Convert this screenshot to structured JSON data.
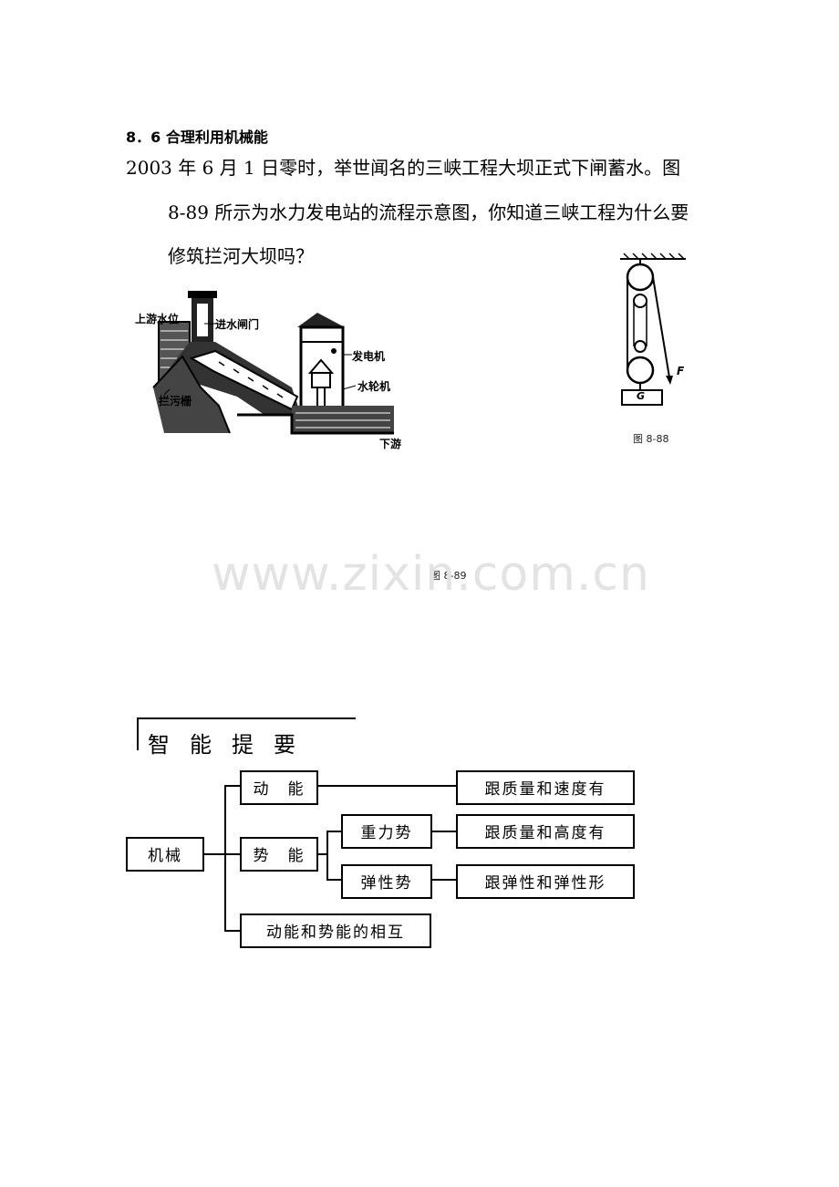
{
  "section": {
    "heading": "8．6 合理利用机械能"
  },
  "question": {
    "line1": "2003 年 6 月 1 日零时，举世闻名的三峡工程大坝正式下闸蓄水。图",
    "line2": "8-89 所示为水力发电站的流程示意图，你知道三峡工程为什么要",
    "line3": "修筑拦河大坝吗？"
  },
  "figures": {
    "dam": {
      "caption": "图 8-89",
      "labels": {
        "upstream_level": "上游水位",
        "intake_gate": "进水闸门",
        "generator": "发电机",
        "turbine": "水轮机",
        "trash_rack": "拦污栅",
        "downstream": "下游"
      }
    },
    "pulley": {
      "caption": "图 8-88",
      "force_label": "F",
      "weight_label": "G"
    }
  },
  "watermark": "www.zixin.com.cn",
  "summary": {
    "title": "智能提要",
    "root": "机械",
    "kinetic": "动　能",
    "potential": "势　能",
    "gravitational": "重力势",
    "elastic": "弹性势",
    "conversion": "动能和势能的相互",
    "kinetic_factor": "跟质量和速度有",
    "gravity_factor": "跟质量和高度有",
    "elastic_factor": "跟弹性和弹性形"
  }
}
